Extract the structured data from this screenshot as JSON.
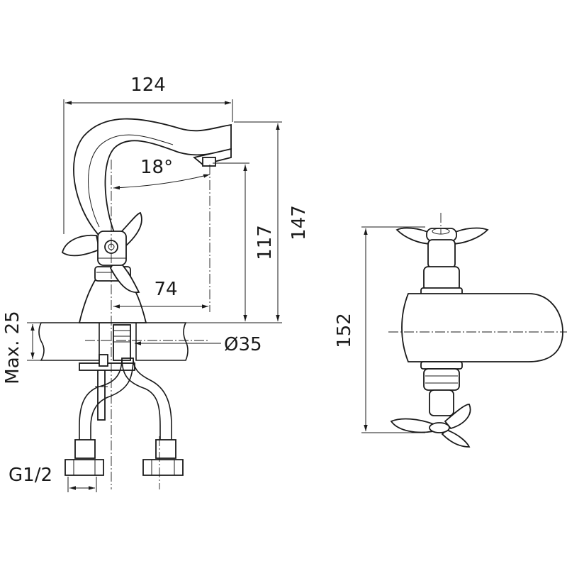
{
  "drawing": {
    "dimensions": {
      "total_width": "124",
      "spout_angle": "18°",
      "total_height": "147",
      "spout_height": "117",
      "reach": "74",
      "hole_diameter": "Ø35",
      "max_deck_thickness": "Max. 25",
      "connection_thread": "G1/2",
      "handle_width": "152"
    }
  }
}
